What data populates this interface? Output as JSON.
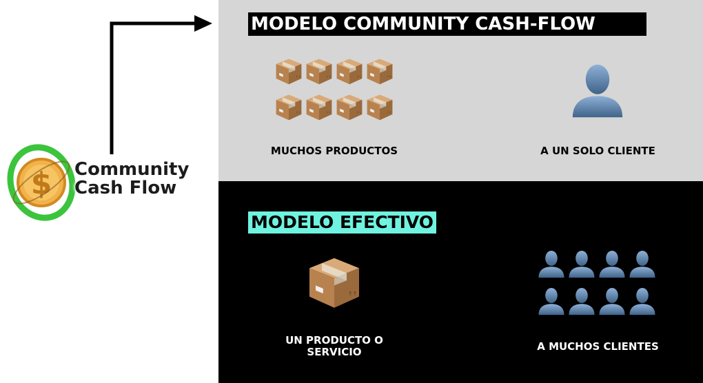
{
  "top_model": {
    "title": "MODELO COMMUNITY CASH-FLOW",
    "left_label": "MUCHOS PRODUCTOS",
    "right_label": "A UN SOLO CLIENTE",
    "icons": [
      "package-icon",
      "person-icon"
    ]
  },
  "bottom_model": {
    "title": "MODELO EFECTIVO",
    "left_label_line1": "UN PRODUCTO O",
    "left_label_line2": "SERVICIO",
    "right_label": "A MUCHOS CLIENTES",
    "icons": [
      "package-icon",
      "person-icon"
    ]
  },
  "logo": {
    "line1": "Community",
    "line2": "Cash Flow",
    "icon": "dollar-coin-icon"
  },
  "colors": {
    "top_panel": "#d6d6d6",
    "bottom_panel": "#000000",
    "highlight": "#6ff3e0",
    "box": "#b8824f",
    "person": "#5c7ea3"
  }
}
